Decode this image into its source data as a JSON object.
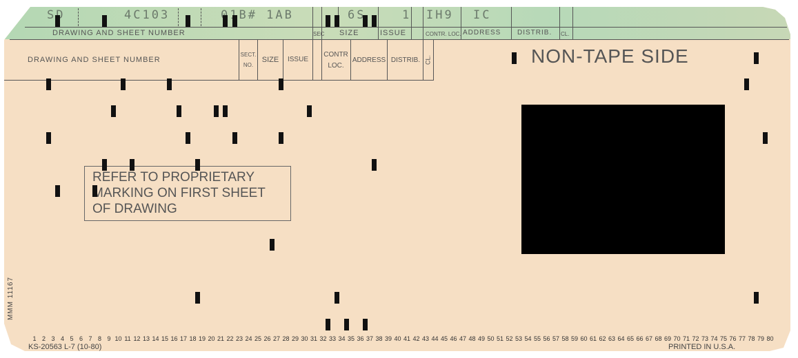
{
  "interpreted": [
    "SD",
    "4C103",
    "01B# 1AB",
    "6S",
    "1",
    "IH9",
    "IC"
  ],
  "band_labels": {
    "drawing": "DRAWING AND SHEET NUMBER",
    "sec": "SEC",
    "size": "SIZE",
    "issue": "ISSUE",
    "contr": "CONTR. LOC.",
    "address": "ADDRESS",
    "distrib": "DISTRIB.",
    "cl": "CL."
  },
  "header": {
    "drawing": "DRAWING AND SHEET NUMBER",
    "sect": "SECT. NO.",
    "size": "SIZE",
    "issue": "ISSUE",
    "contr": "CONTR LOC.",
    "address": "ADDRESS",
    "distrib": "DISTRIB.",
    "cl": "CL."
  },
  "side_title": "NON-TAPE SIDE",
  "notice": "REFER TO PROPRIETARY\nMARKING ON FIRST SHEET\nOF DRAWING",
  "form_id": "KS-20563 L-7 (10-80)",
  "printed": "PRINTED IN U.S.A.",
  "side_code": "MMM 11167",
  "colors": {
    "card": "#f6dfc4",
    "band": "#b4d8b4",
    "hole": "#111111"
  },
  "punch_rows": [
    "12",
    "11",
    "0",
    "1",
    "2",
    "3",
    "4",
    "5",
    "6",
    "7",
    "8",
    "9"
  ],
  "punches": [
    {
      "row": "12",
      "cols": [
        4,
        9,
        18,
        22,
        23,
        33,
        34,
        37,
        38
      ]
    },
    {
      "row": "11",
      "cols": [
        53,
        79
      ]
    },
    {
      "row": "0",
      "cols": [
        3,
        11,
        16,
        28,
        78
      ]
    },
    {
      "row": "1",
      "cols": [
        10,
        17,
        21,
        22,
        31
      ]
    },
    {
      "row": "2",
      "cols": [
        3,
        18,
        23,
        28,
        80
      ]
    },
    {
      "row": "3",
      "cols": [
        9,
        12,
        19,
        38
      ]
    },
    {
      "row": "4",
      "cols": [
        4,
        8
      ]
    },
    {
      "row": "6",
      "cols": [
        27
      ]
    },
    {
      "row": "8",
      "cols": [
        19,
        34,
        79
      ]
    },
    {
      "row": "9",
      "cols": [
        33,
        35,
        37
      ]
    }
  ]
}
